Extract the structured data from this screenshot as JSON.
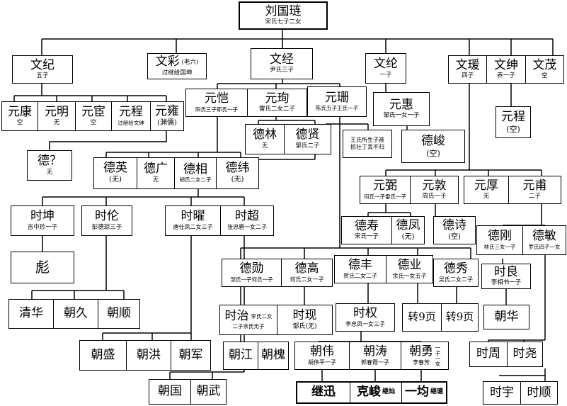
{
  "root": {
    "name": "刘国琏",
    "note": "宋氏七子二女"
  },
  "gen2": {
    "wenji": {
      "name": "文纪",
      "note": "五子"
    },
    "wencai": {
      "name": "文彩",
      "tag": "(老六)",
      "note": "过继给国坤"
    },
    "wenjing": {
      "name": "文经",
      "note": "尹氏三子"
    },
    "wenlun": {
      "name": "文纶",
      "note": "一子"
    },
    "wenyuan": {
      "name": "文瑗",
      "note": "四子"
    },
    "wenshen": {
      "name": "文绅",
      "note": "养一子"
    },
    "wenmao": {
      "name": "文茂",
      "note": "空"
    }
  },
  "wenji_sons": [
    {
      "name": "元康",
      "note": "空"
    },
    {
      "name": "元明",
      "note": "无"
    },
    {
      "name": "元宦",
      "note": "空"
    },
    {
      "name": "元程",
      "note": "过继给文绅"
    },
    {
      "name": "元雍",
      "note": "(渊儒)"
    }
  ],
  "de_q": {
    "name": "德？",
    "note": "无"
  },
  "wenjing_sons": [
    {
      "name": "元恺",
      "note": "阳氏三子耶氏一子"
    },
    {
      "name": "元珣",
      "note": "雷氏二女二子"
    },
    {
      "name": "元珊",
      "note": "陈氏五子王氏一子"
    }
  ],
  "de_lin": {
    "name": "德林",
    "note": "无"
  },
  "de_xian": {
    "name": "德贤",
    "note": "邹氏二子"
  },
  "wang_note": {
    "line1": "王氏所生子被",
    "line2": "抓壮丁丢不归"
  },
  "yuanhui": {
    "name": "元惠",
    "note": "邹氏一女一子"
  },
  "dejun": {
    "name": "德峻",
    "note": "(空)"
  },
  "yuancheng2": {
    "name": "元程",
    "note": "(空)"
  },
  "yuankai_sons": [
    {
      "name": "德英",
      "note": "(无)"
    },
    {
      "name": "德广",
      "note": "无"
    },
    {
      "name": "德相",
      "note": "胡氏二女二子"
    },
    {
      "name": "德纬",
      "note": "(无)"
    }
  ],
  "wenyuan_sons": [
    {
      "name": "元弼",
      "note": "何氏一子雷氏一子"
    },
    {
      "name": "元敦",
      "note": "周氏一子"
    },
    {
      "name": "元厚",
      "note": "无"
    },
    {
      "name": "元甫",
      "note": "二子"
    }
  ],
  "deshou": {
    "name": "德寿",
    "note": "宋氏一子"
  },
  "defeng": {
    "name": "德凤",
    "note": "(无)"
  },
  "deshi": {
    "name": "德诗",
    "note": "(空)"
  },
  "degang": {
    "name": "德刚",
    "note": "林氏三女一子"
  },
  "demin": {
    "name": "德敏",
    "note": "罗氏四子一女"
  },
  "shikun": {
    "name": "时坤",
    "note": "吉中珍一子"
  },
  "shilun": {
    "name": "时伦",
    "note": "彭德琼三子"
  },
  "shiyao": {
    "name": "时曜",
    "note": "唐仕凤二女三子"
  },
  "shichao": {
    "name": "时超",
    "note": "张忠碧一女二子"
  },
  "biao": {
    "name": "彪"
  },
  "de_row": [
    {
      "name": "德勋",
      "note": "邹氏一子何氏一子"
    },
    {
      "name": "德高",
      "note": "何氏二女一子"
    },
    {
      "name": "德丰",
      "note": "贺氏二女二子"
    },
    {
      "name": "德业",
      "note": "余氏一女五子"
    },
    {
      "name": "德秀",
      "note": "吴氏二女二子"
    }
  ],
  "shiliang": {
    "name": "时良",
    "note": "李相书一子"
  },
  "lun_sons": [
    {
      "name": "清华"
    },
    {
      "name": "朝久"
    },
    {
      "name": "朝顺"
    }
  ],
  "shizhi": {
    "name": "时治",
    "note1": "李氏二女",
    "note2": "二子余氏无子"
  },
  "shixian": {
    "name": "时现",
    "note": "邹氏(无)"
  },
  "shiquan": {
    "name": "时权",
    "note": "李忠凤一女三子"
  },
  "zhuan1": {
    "name": "转9页"
  },
  "zhuan2": {
    "name": "转9页"
  },
  "chaohua": {
    "name": "朝华"
  },
  "yao_sons": [
    {
      "name": "朝盛"
    },
    {
      "name": "朝洪"
    },
    {
      "name": "朝军"
    }
  ],
  "zhi_sons": [
    {
      "name": "朝江"
    },
    {
      "name": "朝槐"
    }
  ],
  "quan_sons": [
    {
      "name": "朝伟",
      "note": "胡伟平一子"
    },
    {
      "name": "朝涛",
      "note": "郭春霞一子"
    },
    {
      "name": "朝勇",
      "note": "李春芳",
      "tag": "一子一女"
    }
  ],
  "shizhou": {
    "name": "时周"
  },
  "shiyao2": {
    "name": "时尧"
  },
  "chao_sons": [
    {
      "name": "朝国"
    },
    {
      "name": "朝武"
    }
  ],
  "great_sons": [
    {
      "name": "继迅",
      "tag": ""
    },
    {
      "name": "克峻",
      "tag": "继灿"
    },
    {
      "name": "一均",
      "tag": "继瑭"
    }
  ],
  "shiyu": {
    "name": "时宇"
  },
  "shishun": {
    "name": "时顺"
  }
}
